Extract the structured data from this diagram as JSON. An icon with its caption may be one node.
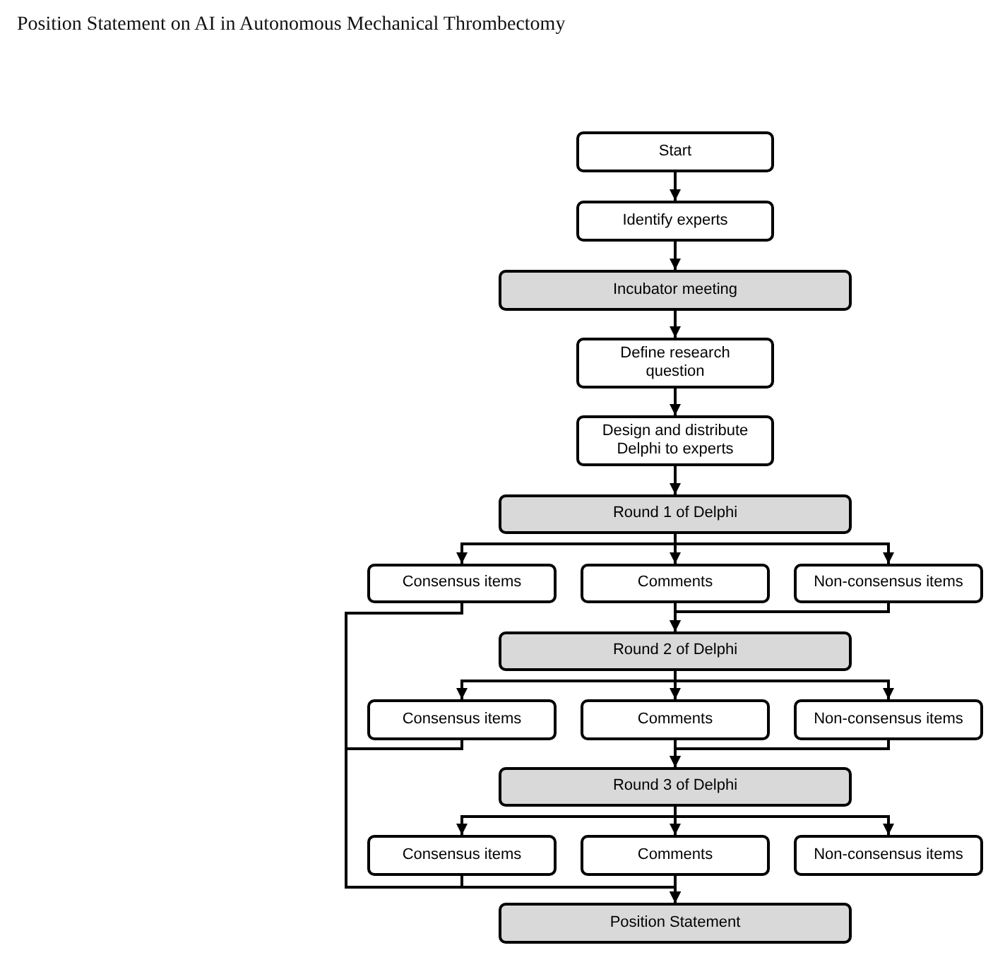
{
  "diagram": {
    "title": "Position Statement on AI in Autonomous Mechanical Thrombectomy",
    "nodes": [
      {
        "text": [
          "Start"
        ]
      },
      {
        "text": [
          "Identify experts"
        ]
      },
      {
        "text": [
          "Incubator meeting"
        ]
      },
      {
        "text": [
          "Define research question"
        ]
      },
      {
        "text": [
          "Design and distribute Delphi to experts"
        ]
      },
      {
        "text": [
          "Round 1 of Delphi"
        ]
      },
      {
        "text": [
          "Consensus items"
        ]
      },
      {
        "text": [
          "Comments"
        ]
      },
      {
        "text": [
          "Non-consensus items"
        ]
      },
      {
        "text": [
          "Round 2 of Delphi"
        ]
      },
      {
        "text": [
          "Consensus items"
        ]
      },
      {
        "text": [
          "Comments"
        ]
      },
      {
        "text": [
          "Non-consensus items"
        ]
      },
      {
        "text": [
          "Round 3 of Delphi"
        ]
      },
      {
        "text": [
          "Consensus items"
        ]
      },
      {
        "text": [
          "Comments"
        ]
      },
      {
        "text": [
          "Non-consensus items"
        ]
      },
      {
        "text": [
          "Position Statement"
        ]
      }
    ],
    "edges": [
      {
        "from": 0,
        "to": 1,
        "arrow": "to"
      },
      {
        "from": 1,
        "to": 2,
        "arrow": "to"
      },
      {
        "from": 2,
        "to": 3,
        "arrow": "to"
      },
      {
        "from": 3,
        "to": 4,
        "arrow": "to"
      },
      {
        "from": 4,
        "to": 5,
        "arrow": "to"
      },
      {
        "from": 5,
        "to": 6,
        "arrow": "to"
      },
      {
        "from": 5,
        "to": 7,
        "arrow": "to"
      },
      {
        "from": 5,
        "to": 8,
        "arrow": "to"
      },
      {
        "from": 7,
        "to": 9,
        "arrow": "to"
      },
      {
        "from": 8,
        "to": 9,
        "arrow": "to"
      },
      {
        "from": 9,
        "to": 10,
        "arrow": "to"
      },
      {
        "from": 9,
        "to": 11,
        "arrow": "to"
      },
      {
        "from": 9,
        "to": 12,
        "arrow": "to"
      },
      {
        "from": 11,
        "to": 13,
        "arrow": "to"
      },
      {
        "from": 12,
        "to": 13,
        "arrow": "to"
      },
      {
        "from": 13,
        "to": 14,
        "arrow": "to"
      },
      {
        "from": 13,
        "to": 15,
        "arrow": "to"
      },
      {
        "from": 13,
        "to": 16,
        "arrow": "to"
      },
      {
        "from": 6,
        "to": 17,
        "arrow": "to"
      },
      {
        "from": 10,
        "to": 17,
        "arrow": "to"
      },
      {
        "from": 14,
        "to": 17,
        "arrow": "to"
      },
      {
        "from": 15,
        "to": 17,
        "arrow": "to"
      }
    ]
  }
}
